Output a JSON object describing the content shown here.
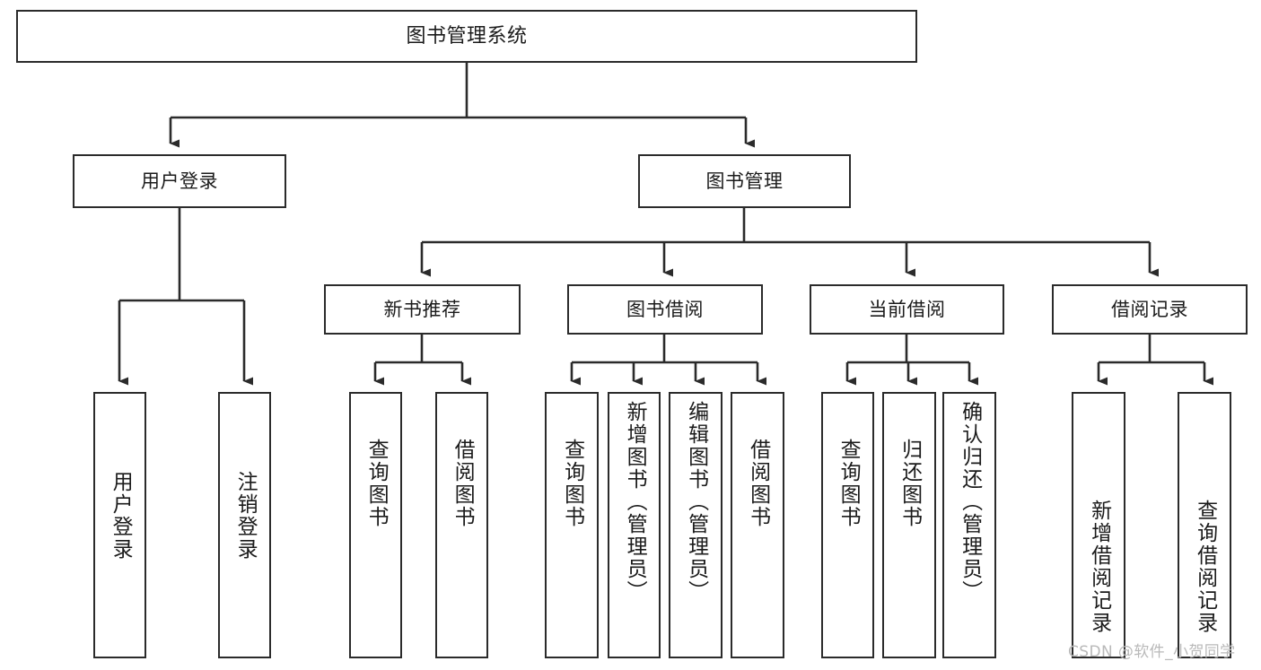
{
  "diagram": {
    "type": "tree",
    "title": "图书管理系统",
    "root": {
      "label": "图书管理系统"
    },
    "level2": [
      {
        "label": "用户登录"
      },
      {
        "label": "图书管理"
      }
    ],
    "level3": [
      {
        "label": "新书推荐",
        "parent": "图书管理"
      },
      {
        "label": "图书借阅",
        "parent": "图书管理"
      },
      {
        "label": "当前借阅",
        "parent": "图书管理"
      },
      {
        "label": "借阅记录",
        "parent": "图书管理"
      }
    ],
    "leaves": {
      "user_login": [
        {
          "label": "用户登录"
        },
        {
          "label": "注销登录"
        }
      ],
      "new_book_recommend": [
        {
          "label": "查询图书"
        },
        {
          "label": "借阅图书"
        }
      ],
      "book_borrow": [
        {
          "label": "查询图书"
        },
        {
          "label": "新增图书（管理员）"
        },
        {
          "label": "编辑图书（管理员）"
        },
        {
          "label": "借阅图书"
        }
      ],
      "current_borrow": [
        {
          "label": "查询图书"
        },
        {
          "label": "归还图书"
        },
        {
          "label": "确认归还（管理员）"
        }
      ],
      "borrow_record": [
        {
          "label": "新增借阅记录"
        },
        {
          "label": "查询借阅记录"
        }
      ]
    }
  },
  "watermark": {
    "text": "CSDN @软件_小贺同学"
  },
  "colors": {
    "stroke": "#2b2b2b",
    "background": "#ffffff",
    "text": "#1b1b1b",
    "watermark": "#b9b9b9"
  }
}
